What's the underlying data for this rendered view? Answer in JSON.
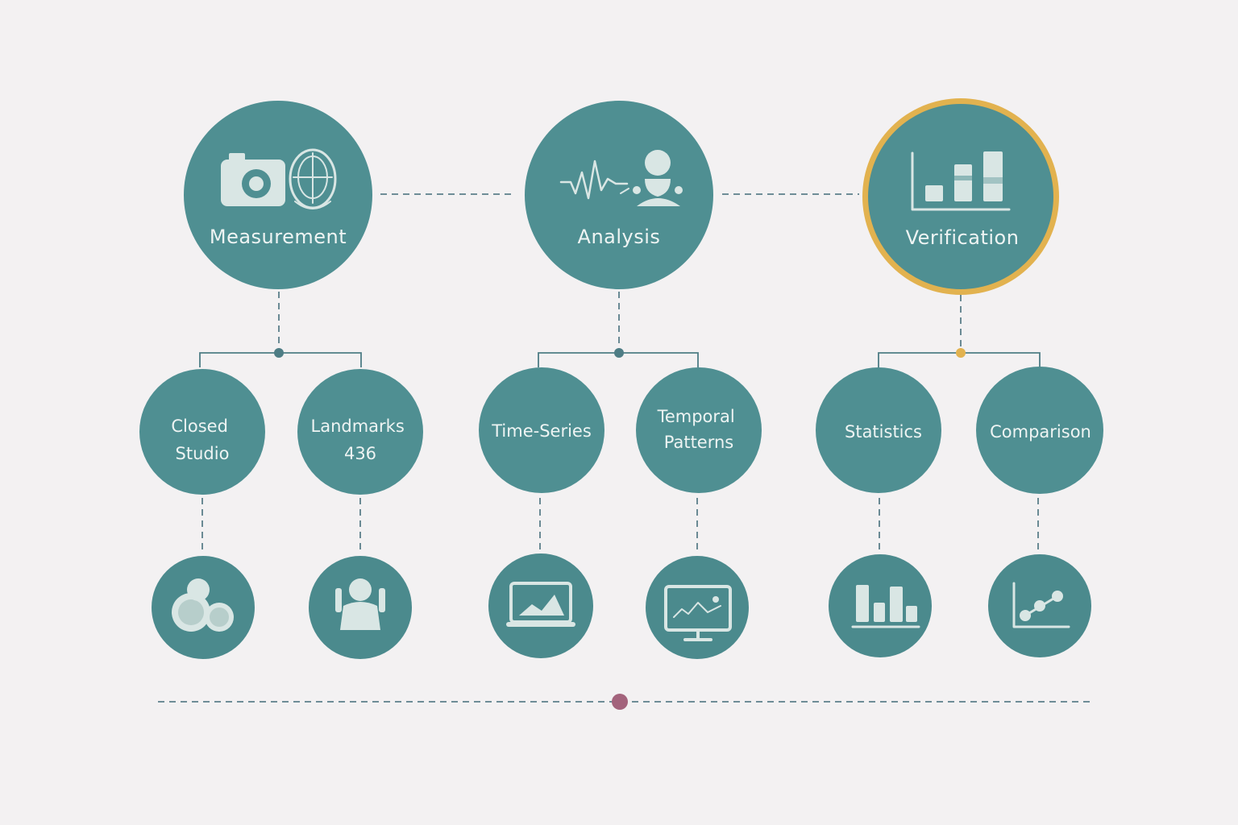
{
  "colors": {
    "background": "#f3f1f2",
    "node": "#4f8f92",
    "node_small": "#4b8a8d",
    "highlight_ring": "#e2b24f",
    "connector": "#4e7d85",
    "bottom_dot": "#a3637c",
    "label": "#eef4f3"
  },
  "top_nodes": [
    {
      "label": "Measurement",
      "icons": [
        "camera-icon",
        "face-scan-icon"
      ]
    },
    {
      "label": "Analysis",
      "icons": [
        "waveform-icon",
        "person-face-icon"
      ]
    },
    {
      "label": "Verification",
      "icons": [
        "bar-chart-icon"
      ],
      "highlighted": true
    }
  ],
  "mid_nodes": [
    {
      "lines": [
        "Closed",
        "Studio"
      ]
    },
    {
      "lines": [
        "Landmarks",
        "436"
      ]
    },
    {
      "lines": [
        "Time-Series"
      ]
    },
    {
      "lines": [
        "Temporal",
        "Patterns"
      ]
    },
    {
      "lines": [
        "Statistics"
      ]
    },
    {
      "lines": [
        "Comparison"
      ]
    }
  ],
  "bottom_nodes": [
    {
      "icon": "circles-icon"
    },
    {
      "icon": "person-icon"
    },
    {
      "icon": "monitor-graph-icon"
    },
    {
      "icon": "monitor-chart-icon"
    },
    {
      "icon": "bar-chart-small-icon"
    },
    {
      "icon": "scatter-trend-icon"
    }
  ]
}
